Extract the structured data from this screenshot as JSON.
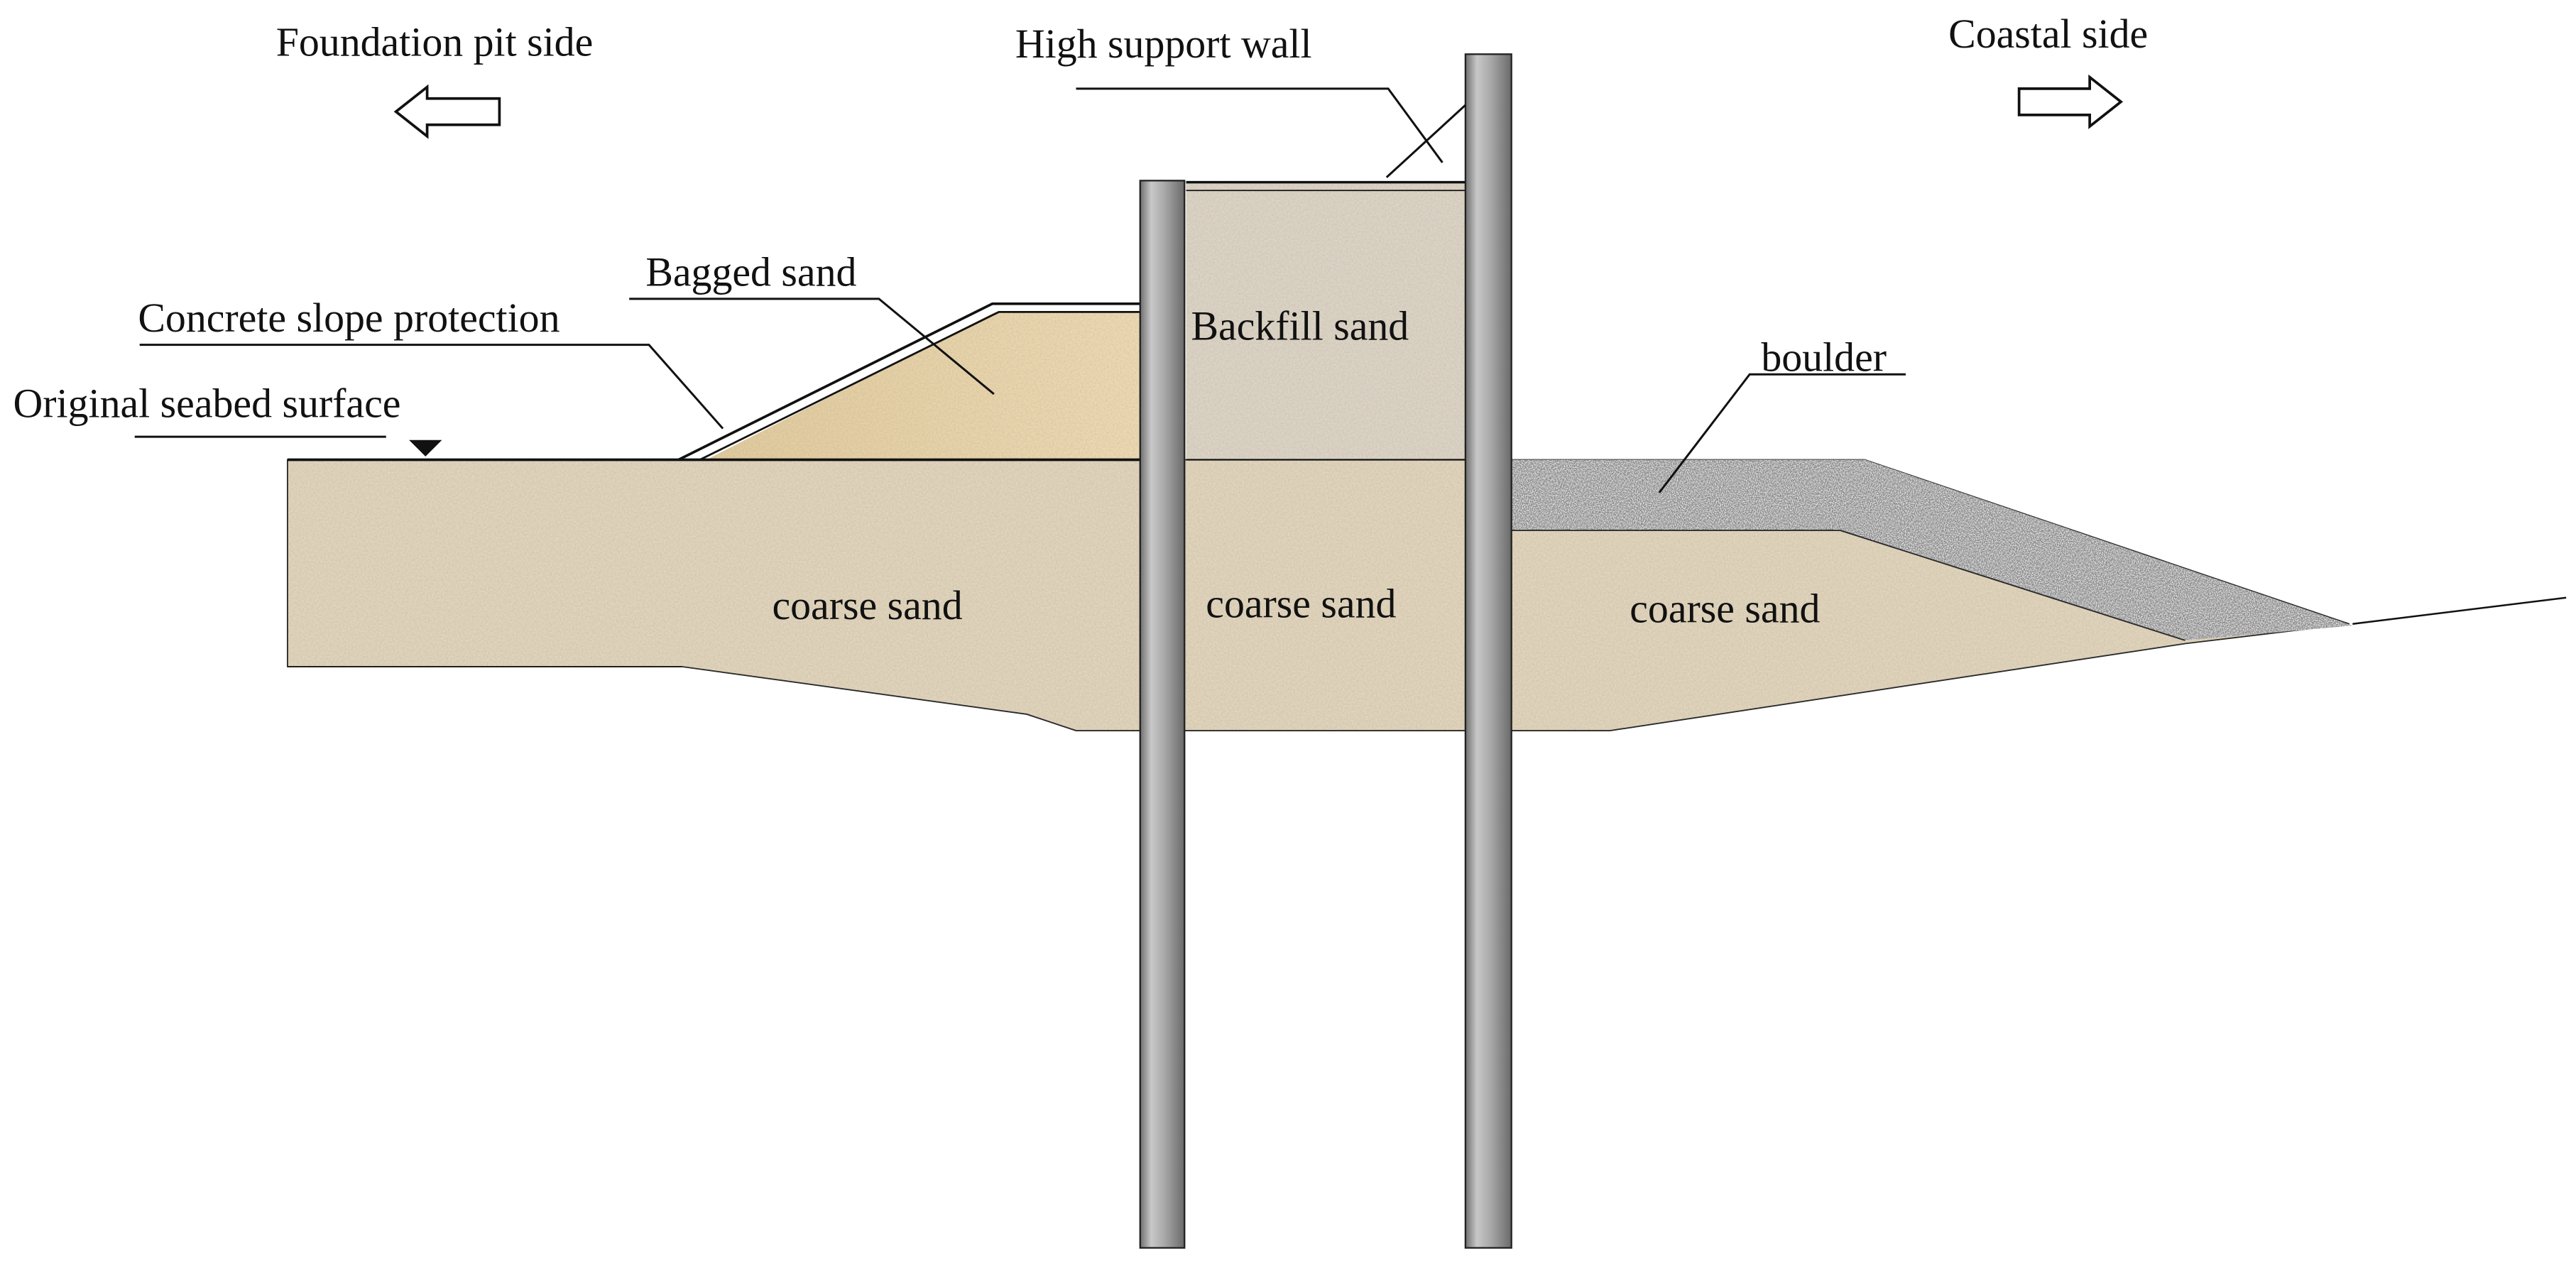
{
  "labels": {
    "foundation_pit_side": "Foundation pit side",
    "coastal_side": "Coastal side",
    "high_support_wall": "High support wall",
    "bagged_sand": "Bagged sand",
    "concrete_slope_protection": "Concrete slope protection",
    "original_seabed_surface": "Original seabed surface",
    "backfill_sand": "Backfill sand",
    "boulder": "boulder",
    "coarse_sand_left": "coarse sand",
    "coarse_sand_middle": "coarse sand",
    "coarse_sand_right": "coarse sand"
  },
  "icons": {
    "left_arrow": "outline-arrow-left-icon",
    "right_arrow": "outline-arrow-right-icon",
    "water_level": "inverted-triangle-icon"
  },
  "colors": {
    "coarse_sand": "#e2d6be",
    "bagged_sand": "#e3cc9e",
    "backfill_sand": "#ddd5c8",
    "boulder": "#9c9c9c",
    "wall": "#a5a5a5",
    "line": "#111111"
  }
}
